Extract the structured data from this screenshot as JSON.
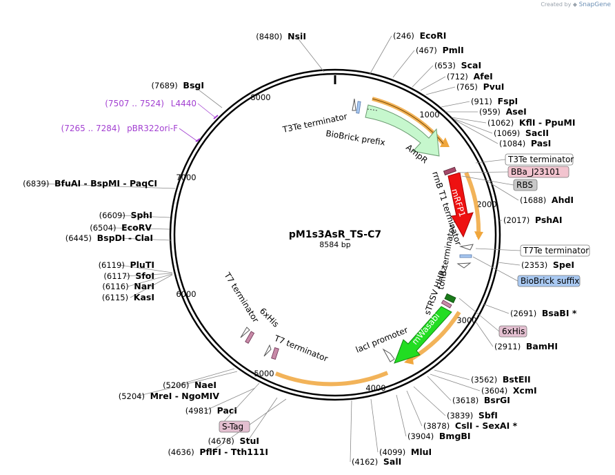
{
  "credit": {
    "prefix": "Created by",
    "brand": "SnapGene"
  },
  "plasmid": {
    "name": "pM1s3AsR_TS-C7",
    "size_label": "8584 bp",
    "length": 8584
  },
  "ticks": [
    "1000",
    "2000",
    "3000",
    "4000",
    "5000",
    "6000",
    "7000",
    "8000"
  ],
  "restriction_sites": [
    {
      "pos_label": "(246)",
      "name": "EcoRI"
    },
    {
      "pos_label": "(467)",
      "name": "PmlI"
    },
    {
      "pos_label": "(653)",
      "name": "ScaI"
    },
    {
      "pos_label": "(712)",
      "name": "AfeI"
    },
    {
      "pos_label": "(765)",
      "name": "PvuI"
    },
    {
      "pos_label": "(911)",
      "name": "FspI"
    },
    {
      "pos_label": "(959)",
      "name": "AseI"
    },
    {
      "pos_label": "(1062)",
      "name": "KflI - PpuMI"
    },
    {
      "pos_label": "(1069)",
      "name": "SacII"
    },
    {
      "pos_label": "(1084)",
      "name": "PasI"
    },
    {
      "pos_label": "(1688)",
      "name": "AhdI"
    },
    {
      "pos_label": "(2017)",
      "name": "PshAI"
    },
    {
      "pos_label": "(2353)",
      "name": "SpeI"
    },
    {
      "pos_label": "(2691)",
      "name": "BsaBI *"
    },
    {
      "pos_label": "(2911)",
      "name": "BamHI"
    },
    {
      "pos_label": "(3562)",
      "name": "BstEII"
    },
    {
      "pos_label": "(3604)",
      "name": "XcmI"
    },
    {
      "pos_label": "(3618)",
      "name": "BsrGI"
    },
    {
      "pos_label": "(3839)",
      "name": "SbfI"
    },
    {
      "pos_label": "(3878)",
      "name": "CslI - SexAI *"
    },
    {
      "pos_label": "(3904)",
      "name": "BmgBI"
    },
    {
      "pos_label": "(4099)",
      "name": "MluI"
    },
    {
      "pos_label": "(4162)",
      "name": "SalI"
    },
    {
      "pos_label": "(4636)",
      "name": "PflFI - Tth111I"
    },
    {
      "pos_label": "(4678)",
      "name": "StuI"
    },
    {
      "pos_label": "(4981)",
      "name": "PacI"
    },
    {
      "pos_label": "(5204)",
      "name": "MreI - NgoMIV"
    },
    {
      "pos_label": "(5206)",
      "name": "NaeI"
    },
    {
      "pos_label": "(6115)",
      "name": "KasI"
    },
    {
      "pos_label": "(6116)",
      "name": "NarI"
    },
    {
      "pos_label": "(6117)",
      "name": "SfoI"
    },
    {
      "pos_label": "(6119)",
      "name": "PluTI"
    },
    {
      "pos_label": "(6445)",
      "name": "BspDI - ClaI"
    },
    {
      "pos_label": "(6504)",
      "name": "EcoRV"
    },
    {
      "pos_label": "(6609)",
      "name": "SphI"
    },
    {
      "pos_label": "(6839)",
      "name": "BfuAI - BspMI - PaqCI"
    },
    {
      "pos_label": "(7689)",
      "name": "BsgI"
    },
    {
      "pos_label": "(8480)",
      "name": "NsiI"
    }
  ],
  "primers": [
    {
      "range": "(7507 .. 7524)",
      "name": "L4440"
    },
    {
      "range": "(7265 .. 7284)",
      "name": "pBR322ori-F"
    }
  ],
  "boxed_features": [
    {
      "label": "T3Te terminator",
      "color": "#ffffff"
    },
    {
      "label": "BBa_J23101",
      "color": "#f2c4cf"
    },
    {
      "label": "RBS",
      "color": "#c8c8c8"
    },
    {
      "label": "T7Te terminator",
      "color": "#ffffff"
    },
    {
      "label": "BioBrick suffix",
      "color": "#a9c9f2"
    },
    {
      "label": "6xHis",
      "color": "#e3bfd0"
    },
    {
      "label": "S-Tag",
      "color": "#e3bfd0"
    }
  ],
  "map_features": {
    "t3te_terminator": "T3Te terminator",
    "biobrick_prefix": "BioBrick prefix",
    "ampr": "AmpR",
    "rrnb_t1": "rrnB T1 terminator",
    "mrfp1": "mRFP1",
    "tonb": "tonB terminator",
    "strsv": "sTRSV HHRz",
    "mwasabi": "mWasabi",
    "laci_promoter": "lacI promoter",
    "t7_terminator_left": "T7 terminator",
    "sixhis": "6xHis",
    "t7_terminator": "T7 terminator"
  },
  "colors": {
    "ampr": "#c6f7cd",
    "mrfp1": "#ee1111",
    "mwasabi": "#22dd22",
    "orf_arc": "#f0a63c",
    "primer": "#a23fd1"
  }
}
